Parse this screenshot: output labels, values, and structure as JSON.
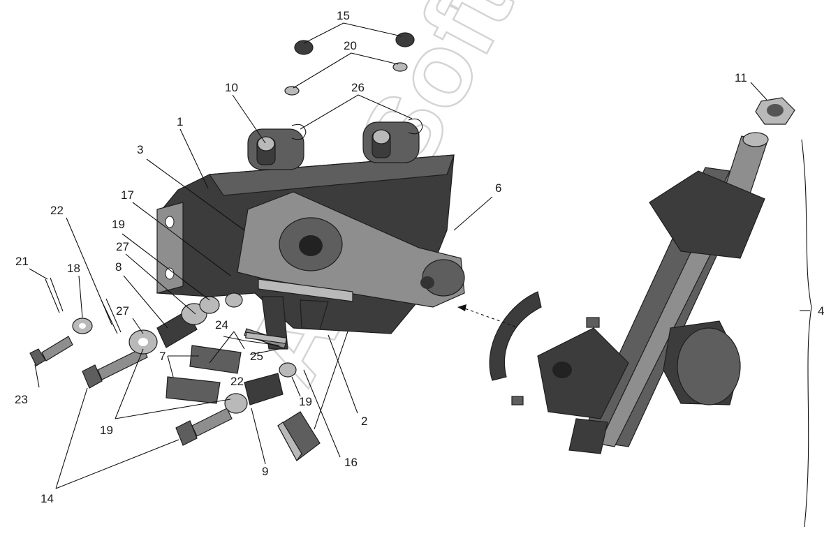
{
  "watermark": "AutoSoft",
  "callouts": {
    "c1": "1",
    "c2": "2",
    "c3": "3",
    "c4": "4",
    "c6": "6",
    "c7": "7",
    "c8": "8",
    "c9": "9",
    "c10": "10",
    "c11": "11",
    "c14": "14",
    "c15": "15",
    "c16": "16",
    "c17": "17",
    "c18": "18",
    "c19a": "19",
    "c19b": "19",
    "c19c": "19",
    "c20": "20",
    "c21": "21",
    "c22a": "22",
    "c22b": "22",
    "c23": "23",
    "c24": "24",
    "c25": "25",
    "c26": "26",
    "c27a": "27",
    "c27b": "27"
  }
}
